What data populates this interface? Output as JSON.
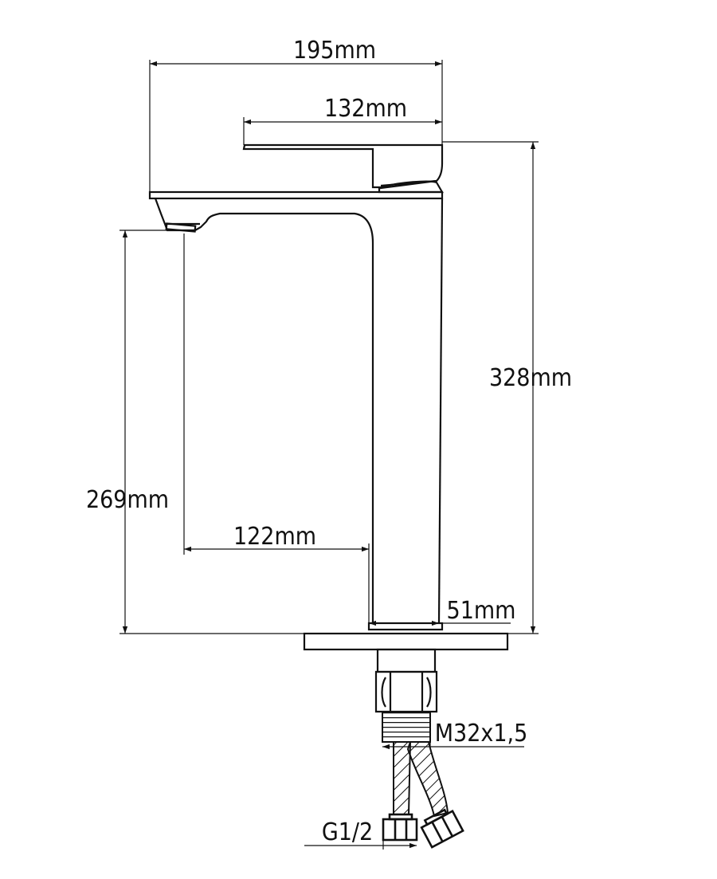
{
  "dimensions": {
    "overall_width": "195mm",
    "handle_length": "132mm",
    "total_height": "328mm",
    "spout_height": "269mm",
    "spout_reach": "122mm",
    "base_diameter": "51mm",
    "mounting_thread": "M32x1,5",
    "hose_connection": "G1/2"
  }
}
